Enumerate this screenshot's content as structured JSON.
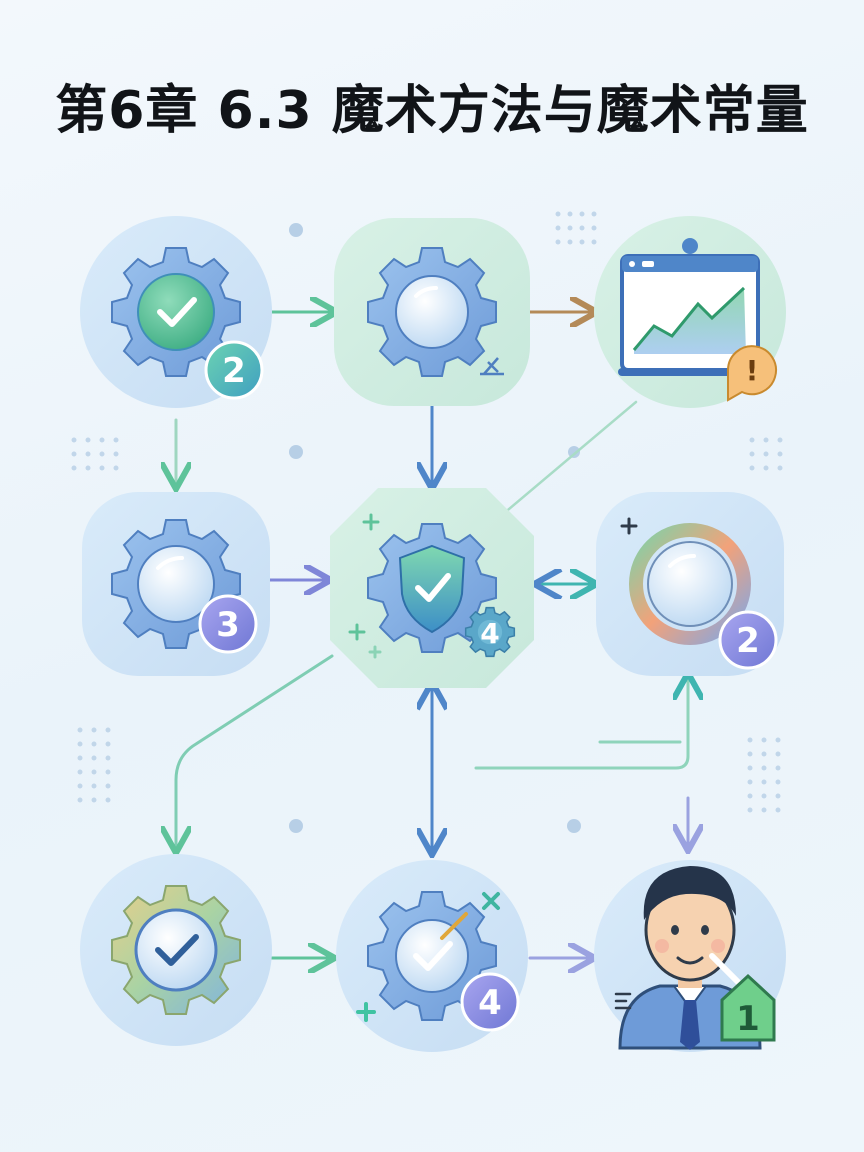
{
  "title": "第6章 6.3 魔术方法与魔术常量",
  "colors": {
    "green": "#5ec39a",
    "blue": "#4f86c9",
    "brown": "#b48a58",
    "purple": "#7f86d8",
    "tile_blue": "#cfe3f6",
    "tile_green": "#d3eee3"
  },
  "nodes": [
    {
      "id": "n1",
      "icon": "gear-check-icon",
      "badge": "2"
    },
    {
      "id": "n2",
      "icon": "gear-lens-icon",
      "badge": ""
    },
    {
      "id": "n3",
      "icon": "presentation-chart-icon",
      "badge": "!"
    },
    {
      "id": "n4",
      "icon": "gear-lens-icon",
      "badge": "3"
    },
    {
      "id": "n5",
      "icon": "gear-shield-check-icon",
      "badge": "4"
    },
    {
      "id": "n6",
      "icon": "ring-lens-icon",
      "badge": "2"
    },
    {
      "id": "n7",
      "icon": "gear-check-icon",
      "badge": ""
    },
    {
      "id": "n8",
      "icon": "gear-check-icon",
      "badge": "4"
    },
    {
      "id": "n9",
      "icon": "person-avatar-icon",
      "badge": "1"
    }
  ]
}
